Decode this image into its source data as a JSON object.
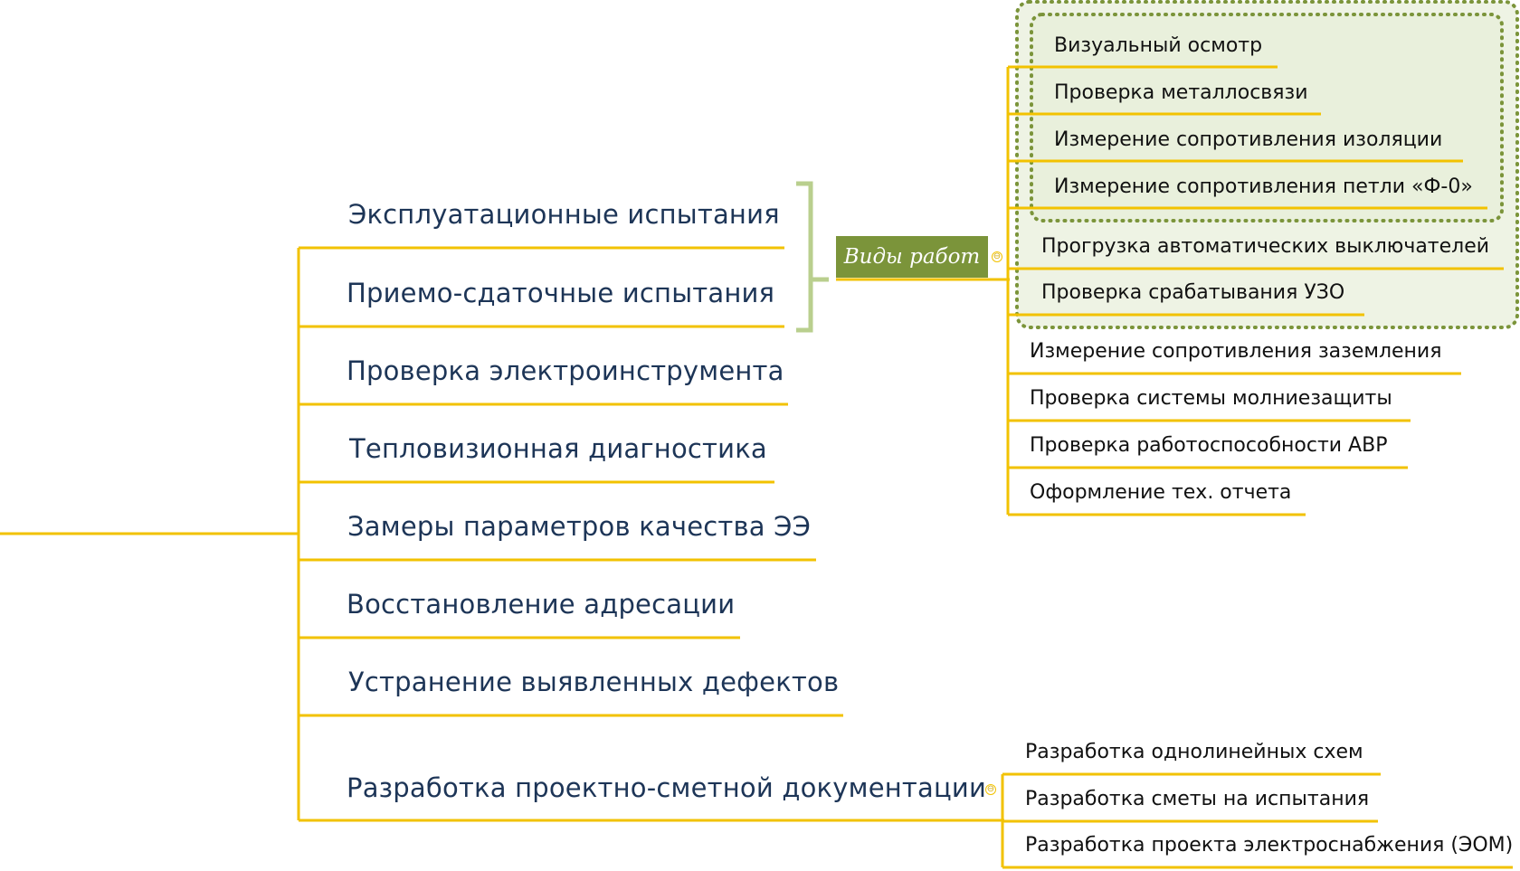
{
  "hub_label": "Виды работ",
  "main_branches": [
    "Эксплуатационные испытания",
    "Приемо-сдаточные испытания",
    "Проверка электроинструмента",
    "Тепловизионная диагностика",
    "Замеры параметров качества ЭЭ",
    "Восстановление адресации",
    "Устранение выявленных дефектов",
    "Разработка проектно-сметной документации"
  ],
  "work_types_grouped": [
    "Визуальный осмотр",
    "Проверка металлосвязи",
    "Измерение сопротивления изоляции",
    "Измерение сопротивления петли «Ф-0»",
    "Прогрузка автоматических выключателей",
    "Проверка срабатывания УЗО"
  ],
  "work_types_other": [
    "Измерение сопротивления заземления",
    "Проверка системы молниезащиты",
    "Проверка работоспособности АВР",
    "Оформление тех. отчета"
  ],
  "design_subitems": [
    "Разработка однолинейных схем",
    "Разработка сметы на испытания",
    "Разработка проекта электроснабжения (ЭОМ)"
  ],
  "collapse_symbol": "⊖",
  "colors": {
    "connector": "#f2c200",
    "hub_fill": "#7b943a",
    "bracket": "#b9cf8e",
    "group_border": "#7b943a",
    "group_fill": "#eef3e4",
    "main_text": "#1d3557"
  }
}
